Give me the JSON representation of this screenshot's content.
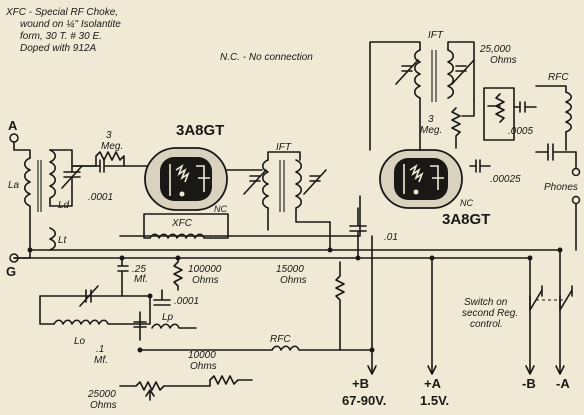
{
  "notes": {
    "xfc_line1": "XFC - Special RF Choke,",
    "xfc_line2": "wound on ¼\" Isolantite",
    "xfc_line3": "form, 30 T. # 30 E.",
    "xfc_line4": "Doped with 912A",
    "nc_note": "N.C. - No connection",
    "switch_line1": "Switch on",
    "switch_line2": "second Reg.",
    "switch_line3": "control."
  },
  "tubes": {
    "tube1_label": "3A8GT",
    "tube2_label": "3A8GT",
    "nc": "NC"
  },
  "components": {
    "r_3meg_top_a": "3",
    "r_3meg_top_b": "Meg.",
    "c_0001_grid": ".0001",
    "ift_left": "IFT",
    "ift_right": "IFT",
    "xfc": "XFC",
    "la": "La",
    "ld": "Ld",
    "lt": "Lt",
    "c_25mf_a": ".25",
    "c_25mf_b": "Mf.",
    "r_100000_a": "100000",
    "r_100000_b": "Ohms",
    "c_0001_low": ".0001",
    "lo": "Lo",
    "lp": "Lp",
    "c_1mf_a": ".1",
    "c_1mf_b": "Mf.",
    "rfc_mid": "RFC",
    "r_10000_a": "10000",
    "r_10000_b": "Ohms",
    "r_25000_low_a": "25000",
    "r_25000_low_b": "Ohms",
    "r_15000_a": "15000",
    "r_15000_b": "Ohms",
    "c_01": ".01",
    "r_25000_top_a": "25,000",
    "r_25000_top_b": "Ohms",
    "rfc_top": "RFC",
    "r_3meg_right_a": "3",
    "r_3meg_right_b": "Meg.",
    "c_0005": ".0005",
    "c_00025": ".00025"
  },
  "terminals": {
    "a": "A",
    "g": "G",
    "phones": "Phones",
    "plus_b": "+B",
    "plus_b_volts": "67-90V.",
    "plus_a": "+A",
    "plus_a_volts": "1.5V.",
    "minus_b": "-B",
    "minus_a": "-A"
  }
}
